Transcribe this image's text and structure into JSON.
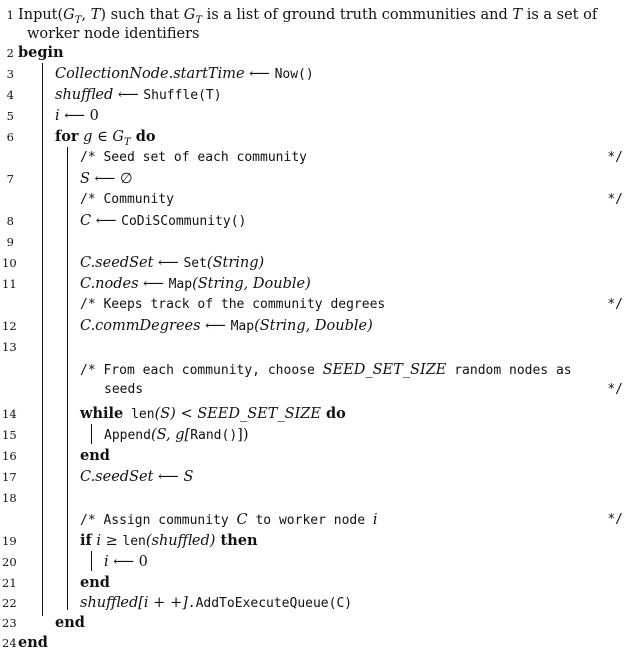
{
  "input": {
    "num": "1",
    "prefix": "Input(",
    "gt": "G",
    "gt_sub": "T",
    "comma": ", ",
    "t": "T",
    "close": ")",
    "text1": " such that ",
    "gt2": "G",
    "gt2_sub": "T",
    "text2": " is a list of ground truth communities and ",
    "t2": "T",
    "text3": " is a set of",
    "line2": "worker node identifiers"
  },
  "lines": {
    "l2": {
      "num": "2",
      "kw": "begin"
    },
    "l3": {
      "num": "3",
      "lhs": "CollectionNode.startTime",
      "arrow": " ⟵ ",
      "rhs": "Now()"
    },
    "l4": {
      "num": "4",
      "lhs": "shuffled",
      "arrow": " ⟵ ",
      "rhs": "Shuffle(T)"
    },
    "l5": {
      "num": "5",
      "lhs": "i",
      "arrow": " ⟵ ",
      "rhs": "0"
    },
    "l6": {
      "num": "6",
      "kw": "for",
      "mid": " g ∈ G",
      "sub": "T",
      "kw2": " do"
    },
    "c1": {
      "text": "/* Seed set of each community",
      "end": "*/"
    },
    "l7": {
      "num": "7",
      "lhs": "S",
      "arrow": " ⟵ ",
      "rhs": "∅"
    },
    "c2": {
      "text": "/* Community",
      "end": "*/"
    },
    "l8": {
      "num": "8",
      "lhs": "C",
      "arrow": " ⟵ ",
      "rhs": "CoDiSCommunity()"
    },
    "l9": {
      "num": "9"
    },
    "l10": {
      "num": "10",
      "lhs": "C.seedSet",
      "arrow": " ⟵ ",
      "rhs": "Set",
      "rhs_arg": "(String)"
    },
    "l11": {
      "num": "11",
      "lhs": "C.nodes",
      "arrow": " ⟵ ",
      "rhs": "Map",
      "rhs_arg": "(String, Double)"
    },
    "c3": {
      "text": "/* Keeps track of the community degrees",
      "end": "*/"
    },
    "l12": {
      "num": "12",
      "lhs": "C.commDegrees",
      "arrow": " ⟵ ",
      "rhs": "Map",
      "rhs_arg": "(String, Double)"
    },
    "l13": {
      "num": "13"
    },
    "c4": {
      "text": "/* From each community, choose ",
      "var": "SEED_SET_SIZE",
      "text2": " random nodes as",
      "line2": "seeds",
      "end": "*/"
    },
    "l14": {
      "num": "14",
      "kw": "while",
      "fn": " len",
      "arg": "(S)",
      "op": " < ",
      "var": "SEED_SET_SIZE",
      "kw2": " do"
    },
    "l15": {
      "num": "15",
      "fn": "Append",
      "args": "(S, g[",
      "inner": "Rand()",
      "close": "])"
    },
    "l16": {
      "num": "16",
      "kw": "end"
    },
    "l17": {
      "num": "17",
      "lhs": "C.seedSet",
      "arrow": " ⟵ ",
      "rhs": "S"
    },
    "l18": {
      "num": "18"
    },
    "c5": {
      "text": "/* Assign community ",
      "var": "C",
      "text2": " to worker node ",
      "var2": "i",
      "end": "*/"
    },
    "l19": {
      "num": "19",
      "kw": "if",
      "mid": " i ≥ ",
      "fn": "len",
      "arg": "(shuffled)",
      "kw2": " then"
    },
    "l20": {
      "num": "20",
      "lhs": "i",
      "arrow": " ⟵ ",
      "rhs": "0"
    },
    "l21": {
      "num": "21",
      "kw": "end"
    },
    "l22": {
      "num": "22",
      "lhs": "shuffled[i + +]",
      "rhs": ".AddToExecuteQueue(C)"
    },
    "l23": {
      "num": "23",
      "kw": "end"
    },
    "l24": {
      "num": "24",
      "kw": "end"
    }
  }
}
